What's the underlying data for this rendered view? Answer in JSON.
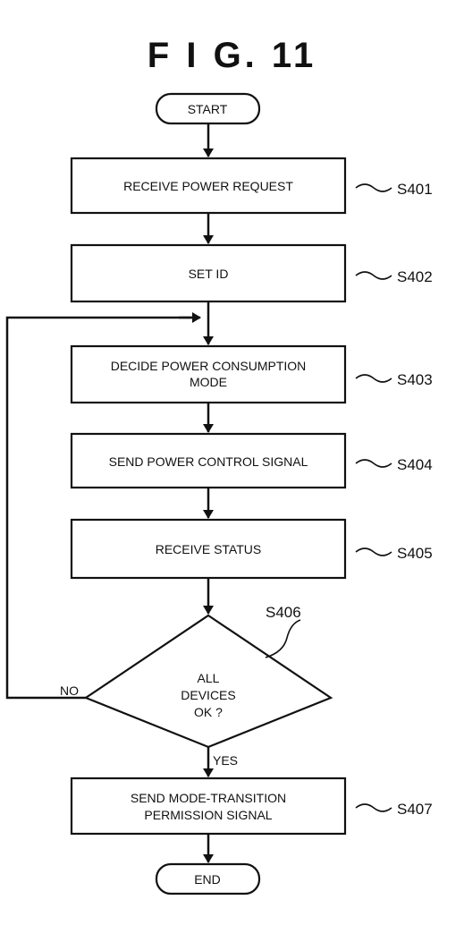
{
  "figure": {
    "title": "F I G.  11"
  },
  "flowchart": {
    "start": "START",
    "end": "END",
    "steps": [
      {
        "id": "S401",
        "lines": [
          "RECEIVE POWER REQUEST"
        ]
      },
      {
        "id": "S402",
        "lines": [
          "SET ID"
        ]
      },
      {
        "id": "S403",
        "lines": [
          "DECIDE POWER CONSUMPTION",
          "MODE"
        ]
      },
      {
        "id": "S404",
        "lines": [
          "SEND POWER CONTROL SIGNAL"
        ]
      },
      {
        "id": "S405",
        "lines": [
          "RECEIVE STATUS"
        ]
      },
      {
        "id": "S407",
        "lines": [
          "SEND MODE-TRANSITION",
          "PERMISSION SIGNAL"
        ]
      }
    ],
    "decision": {
      "id": "S406",
      "lines": [
        "ALL",
        "DEVICES",
        "OK ?"
      ],
      "yes_label": "YES",
      "no_label": "NO"
    }
  }
}
